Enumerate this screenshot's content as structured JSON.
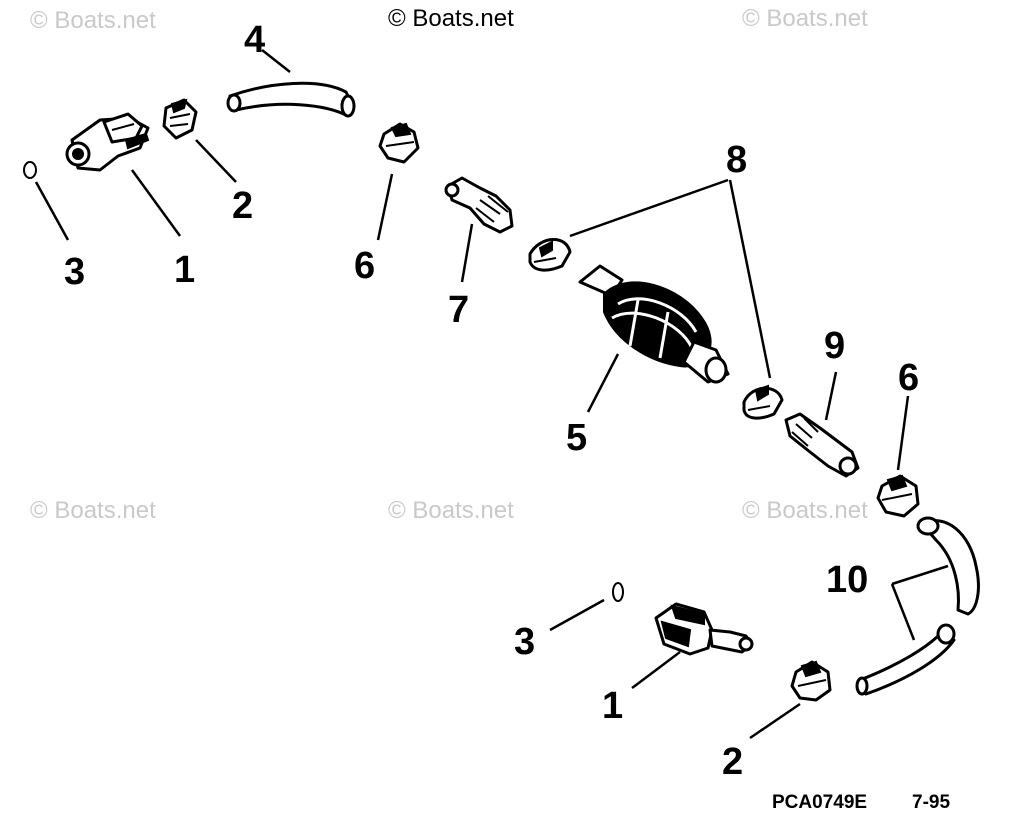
{
  "watermarks": [
    "© Boats.net",
    "© Boats.net",
    "© Boats.net",
    "© Boats.net",
    "© Boats.net",
    "© Boats.net"
  ],
  "callouts": {
    "c1a": "1",
    "c2a": "2",
    "c3a": "3",
    "c4": "4",
    "c6a": "6",
    "c7": "7",
    "c8": "8",
    "c5": "5",
    "c9": "9",
    "c6b": "6",
    "c10": "10",
    "c3b": "3",
    "c1b": "1",
    "c2b": "2"
  },
  "footer": {
    "code": "PCA0749E",
    "date": "7-95"
  }
}
